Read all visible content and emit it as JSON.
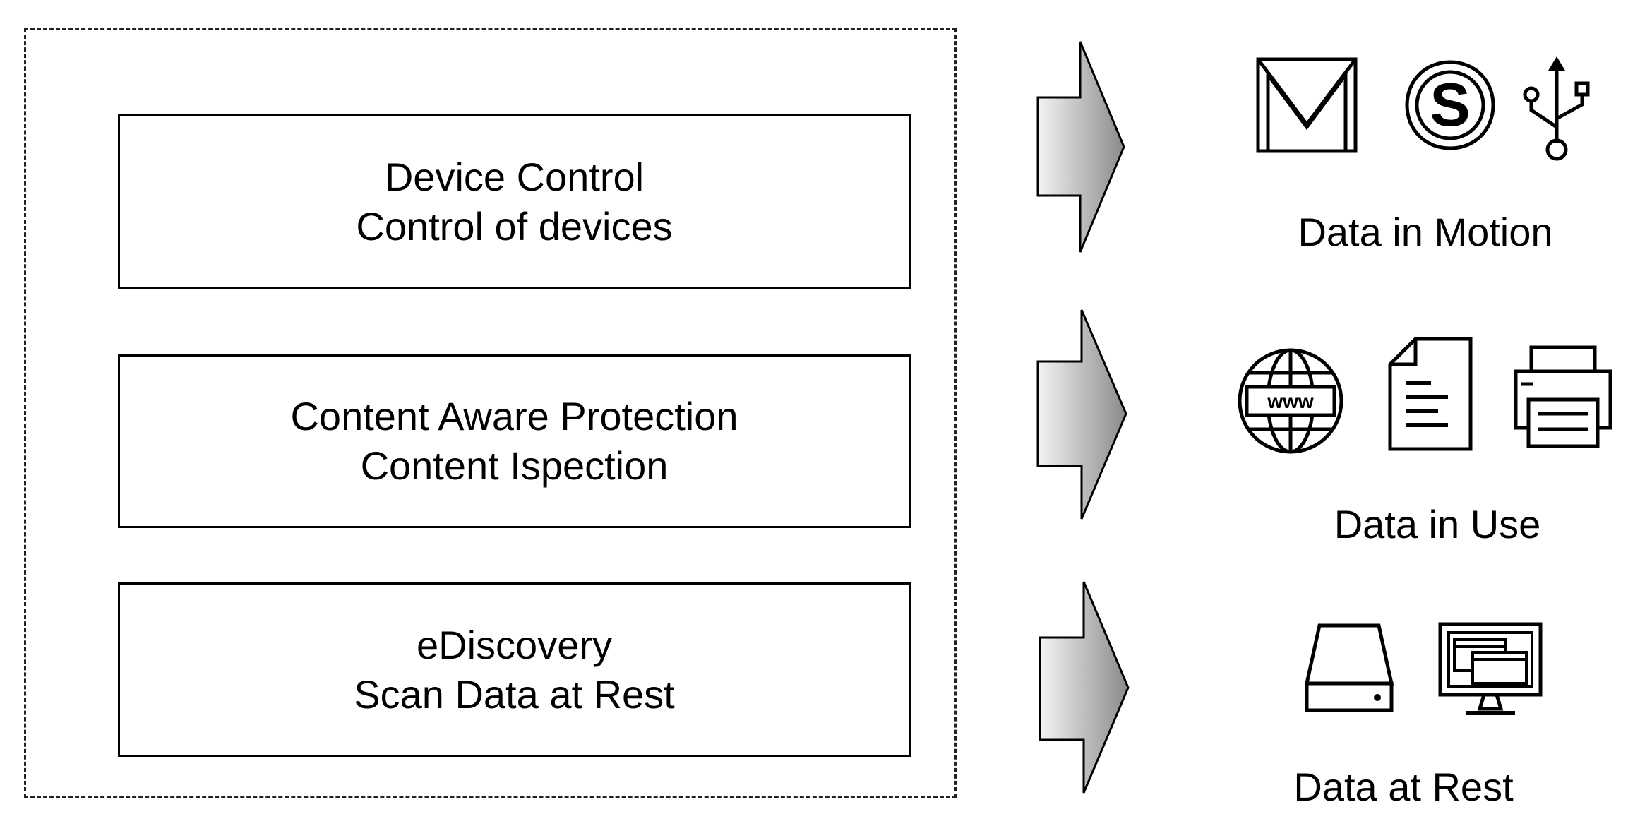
{
  "left_panel": {
    "boxes": [
      {
        "title": "Device Control",
        "subtitle": "Control of devices"
      },
      {
        "title": "Content Aware Protection",
        "subtitle": "Content Ispection"
      },
      {
        "title": "eDiscovery",
        "subtitle": "Scan Data at Rest"
      }
    ]
  },
  "right_panel": {
    "groups": [
      {
        "label": "Data in Motion",
        "icons": [
          "gmail-icon",
          "skype-icon",
          "usb-icon"
        ]
      },
      {
        "label": "Data in Use",
        "icons": [
          "www-globe-icon",
          "document-icon",
          "printer-icon"
        ]
      },
      {
        "label": "Data at Rest",
        "icons": [
          "hard-drive-icon",
          "desktop-monitor-icon"
        ]
      }
    ]
  },
  "colors": {
    "stroke": "#000000",
    "arrow_gradient_start": "#f4f4f4",
    "arrow_gradient_end": "#8a8a8a"
  }
}
